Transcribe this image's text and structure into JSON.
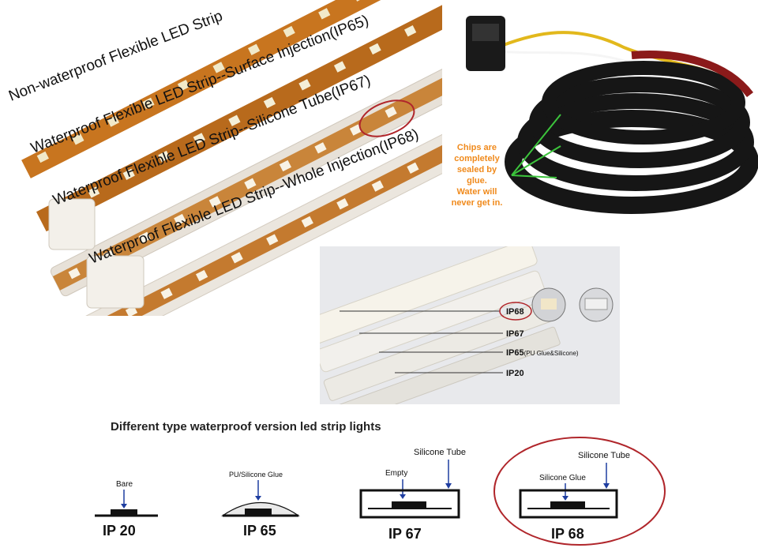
{
  "strips_photo": {
    "label_1": "Non-waterproof Flexible LED Strip",
    "label_2": "Waterproof Flexible LED Strip--Surface Injection(IP65)",
    "label_3": "Waterproof Flexible LED Strip--Silicone Tube(IP67)",
    "label_4_prefix": "Waterproof Flexible LED Strip--Whole Injection",
    "label_4_highlight": "(IP68)"
  },
  "reel_photo": {
    "callout_lines": [
      "Chips are",
      "completely",
      "sealed by",
      "glue.",
      "Water will",
      "never get in."
    ]
  },
  "comparison_photo": {
    "ip68": "IP68",
    "ip67": "IP67",
    "ip65": "IP65",
    "ip65_note": "(PU Glue&Silicone)",
    "ip20": "IP20"
  },
  "diagram": {
    "title": "Different type waterproof version led strip lights",
    "bare_label": "Bare",
    "ip20": "IP 20",
    "pu_label": "PU/Silicone Glue",
    "ip65": "IP 65",
    "empty_label": "Empty",
    "tube_label_67": "Silicone Tube",
    "ip67": "IP 67",
    "glue_label_68": "Silicone Glue",
    "tube_label_68": "Silicone Tube",
    "ip68": "IP 68"
  },
  "colors": {
    "strip_orange": "#c8751f",
    "highlight_red": "#b0262b",
    "callout_orange": "#f08a1c",
    "pointer_green": "#3cc43c"
  }
}
